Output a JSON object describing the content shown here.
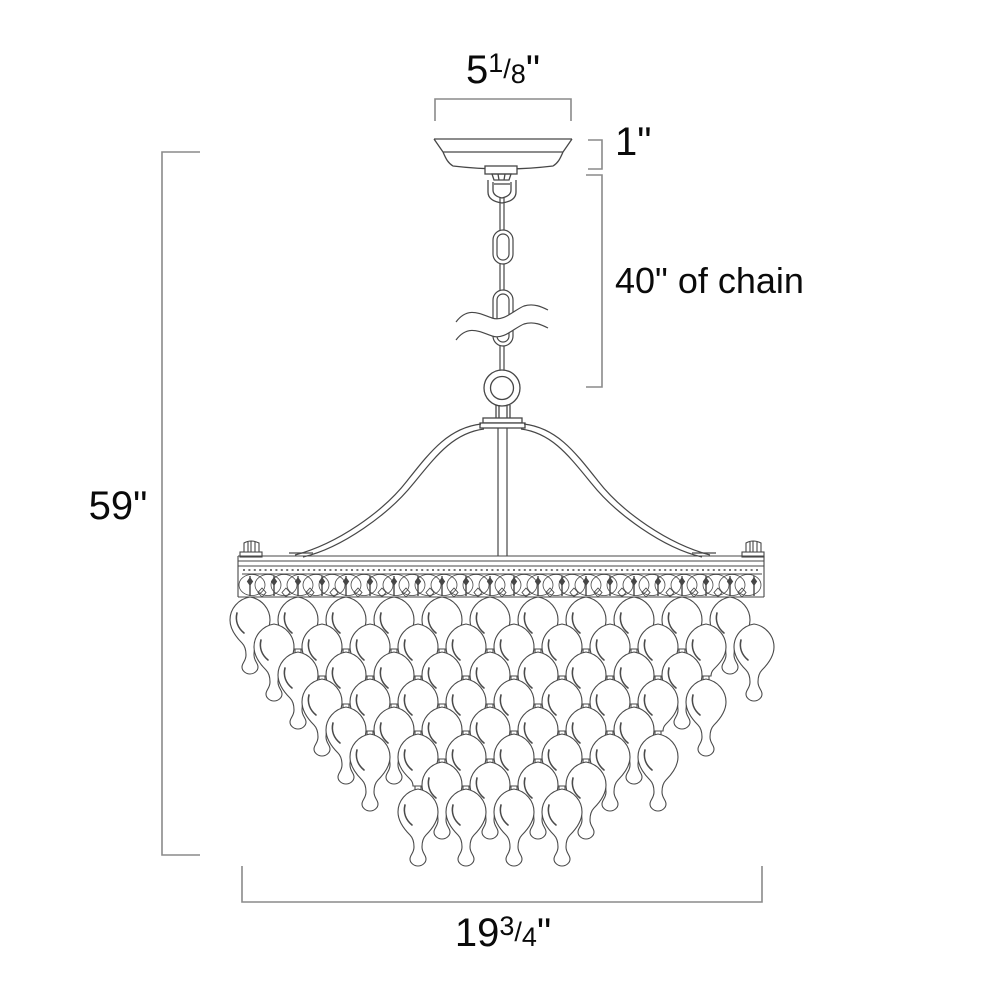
{
  "dimensions": {
    "canopy_width": {
      "whole": "5",
      "numerator": "1",
      "separator": "/",
      "denominator": "8",
      "unit": "\""
    },
    "canopy_height": {
      "text": "1\""
    },
    "chain_length": {
      "text": "40\" of chain"
    },
    "overall_height": {
      "text": "59\""
    },
    "fixture_width": {
      "whole": "19",
      "numerator": "3",
      "separator": "/",
      "denominator": "4",
      "unit": "\""
    }
  },
  "colors": {
    "background": "#ffffff",
    "drawing_line": "#474747",
    "dimension_line": "#8a8a8a",
    "label_text": "#0a0a0a"
  }
}
